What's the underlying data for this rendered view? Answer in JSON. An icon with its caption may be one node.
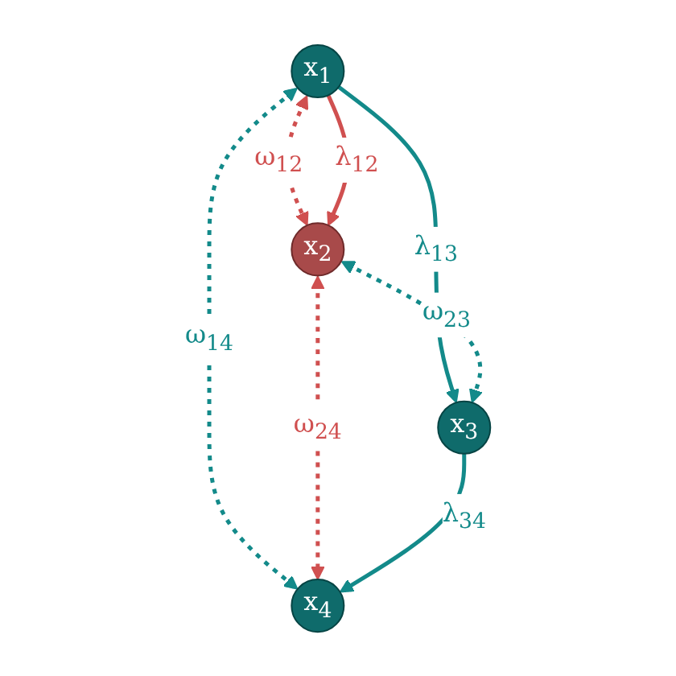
{
  "diagram": {
    "nodes": [
      {
        "text": [
          "x$_{1}$"
        ]
      },
      {
        "text": [
          "x$_{2}$"
        ]
      },
      {
        "text": [
          "x$_{3}$"
        ]
      },
      {
        "text": [
          "x$_{4}$"
        ]
      }
    ],
    "edges": [
      {
        "from": 0,
        "to": 1,
        "arrow": "both",
        "label": "ω$_{12}$",
        "style": "dashed",
        "color": "#d05050"
      },
      {
        "from": 0,
        "to": 1,
        "arrow": "to",
        "label": "λ$_{12}$",
        "color": "#d05050"
      },
      {
        "from": 0,
        "to": 2,
        "arrow": "to",
        "label": "λ$_{13}$"
      },
      {
        "from": 1,
        "to": 2,
        "arrow": "both",
        "label": "ω$_{23}$",
        "style": "dashed"
      },
      {
        "from": 0,
        "to": 3,
        "arrow": "both",
        "label": "ω$_{14}$",
        "style": "dashed"
      },
      {
        "from": 1,
        "to": 3,
        "arrow": "both",
        "label": "ω$_{24}$",
        "style": "dashed",
        "color": "#d05050"
      },
      {
        "from": 2,
        "to": 3,
        "arrow": "to",
        "label": "λ$_{34}$"
      }
    ]
  }
}
